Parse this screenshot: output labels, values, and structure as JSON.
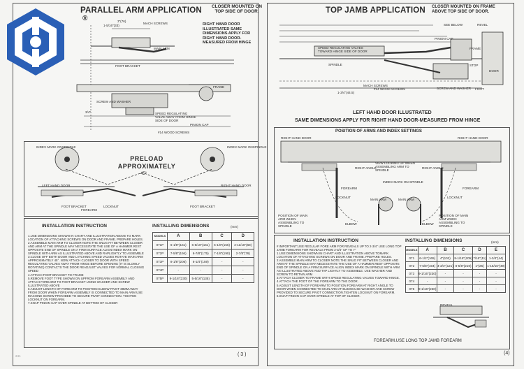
{
  "brand": {
    "reg": "®"
  },
  "left": {
    "title": "PARALLEL ARM APPLICATION",
    "closer_note": "CLOSER MOUNTED ON TOP SIDE OF DOOR.",
    "right_door_note": "RIGHT HAND DOOR ILLUSTRATED SAME DIMENSIONS APPLY FOR RIGHT HAND DOOR-MEASURED FROM HINGE",
    "preload": "PRELOAD APPROXIMATELY",
    "angle": "45°",
    "labels": {
      "dim_top": "3\"(76)",
      "dim_b": "1-5/16\"(33)",
      "mach": "MACH SCREWS",
      "main_arm": "MAIN ARM",
      "foot_bracket": "FOOT BRACKET",
      "frame": "FRAME",
      "screw_washer": "SCREW AND WASHER",
      "pinion_cap": "PINION CAP",
      "speed_valve": "SPEED REGULATING VALVE AWAY FROM HINGE SIDE OF DOOR",
      "wood_screws": "#14 WOOD SCREWS",
      "dim_side": "3/4\"",
      "index_mark_left": "INDEX MARK ONSPINDLE",
      "index_mark_right": "INDEX MARK ONSPINDLE",
      "left_hand_door": "LEFT HAND DOOR",
      "right_hand_door": "RIGHT HAND DOOR",
      "forearm": "FOREARM",
      "locknut": "LOCKNUT"
    },
    "install_title": "INSTALLATION INSTRUCTION",
    "install_steps": [
      "1.USE DIMENSIONS SHOWN IN CHART AND ILLUSTRATION ABOVE TO MARK LOCATION OF ATTACHING SCREWS ON DOOR AND FRAME. PREPARE HOLES.",
      "2.ASSEMBLE MAIN ARM TO CLOSER NOTE:THE SNUG FIT BETWEEN CLOSER AND ARM AT THE SPINDLE MAY NECESSITATE THE USE OF A HAMMER.REST OPPOSITE END OF SPINDLE ON A FIRM SURFACE.ALIGN INDEX MARK ON SPINDLE WITH ARM AS ILLUSTRATED ABOVE AND RAPLIGHTLY TO ASSEMBLE",
      "3.CLOSE OFF BOTH DOOR AND LATCHING SPEED VALVES ROTATE MAIN ARM APPROXIMATELY 45°. NOW ATTACH CLOSER TO DOOR WITH SPEED REGULATING VALVES AWAY FROM HINGE BEFORE OPENING (IT IS SLOWLY ROTATING) CONTACTS THE DOOR READJUST VALVES FOR NORMAL CLOSING SPEED",
      "4.ATTACH FOOT BRACKET TO FRAME",
      "5.REMOVE FOOT TYPE SHOWN ON UPFROM FOREARM ASSEMBLY AND ATTACH FOREARM TO FOOT BRACKET USING WASHER AND SCREW ILLUSTRATED ABOVE",
      "6.ADJUST LENGTH OF FOREARM TO POSITION ELBOW PIVOT 38MM AWAY FROM DOOR WHEN FOREARM ASSEMBLY IS CONNECTED TO MAIN ARM USE MACHINE SCREW PROVIDED TO SECURE PIVOT CONNECTION. TIGHTEN LOCKNUT ON FOREARM.",
      "7.SNAP PINION CAP OVER SPINDLE AT BOTTOM OF CLOSER"
    ],
    "dim_title": "INSTALLING DIMENSIONS",
    "dim_unit": "(mm)",
    "dim_header": [
      "MODELS",
      "A",
      "B",
      "C",
      "D"
    ],
    "dim_rows": [
      [
        "071P",
        "6-1/8\"(161)",
        "6-5/16\"(161)",
        "6-1/8\"(156)",
        "2-11/16\"(68)"
      ],
      [
        "072P",
        "7-5/8\"(194)",
        "6-7/8\"(175)",
        "7-1/8\"(190)",
        "2-7/8\"(76)"
      ],
      [
        "073P",
        "8-1/8\"(206)",
        "6-1/4\"(159)",
        "-",
        "-"
      ],
      [
        "074P",
        "-",
        "-",
        "-",
        "-"
      ],
      [
        "075P",
        "9-1/16\"(230)",
        "5-5/16\"(135)",
        "-",
        "-"
      ]
    ],
    "page_no": "( 3 )",
    "small_no": "241"
  },
  "right": {
    "title": "TOP JAMB APPLICATION",
    "closer_note": "CLOSER MOUNTED ON FRAME ABOVE TOP SIDE OF DOOR.",
    "illustrated": "LEFT HAHD DOOR ILLUSTRATED",
    "same_dims": "SAME DIMENSIONS APPLY FOR RIGHT HAND DOOR-MEASURED FROM HINGE",
    "position_title": "POSITION OF ARMS AND INDEX SETTINGS",
    "labels": {
      "see_below": "SEE BELOW",
      "reveal": "REVEL",
      "pinion_cap": "PINION CAP",
      "speed_valve": "SPEED REGULATING VALVES TOWARD HINGE SIDE OF DOOR",
      "spindle": "SPINDLE",
      "frame": "FRAME",
      "stop": "STOP",
      "door": "DOOR",
      "dim": "1-3/4\"(44.5)",
      "mach": "MACH SCREWS",
      "wood": "#14 WOOD SCREWS",
      "screw_washer": "SCREW AND WASHER",
      "foot": "FOOT",
      "right_hand_door_l": "RIGHT HAND DOOR",
      "right_hand_door_r": "RIGHT HAND DOOR",
      "view_up": "VIEW LOOKING UP WHEN ASSEMBLING ARM TO SPINDLE",
      "right_angle_l": "RIGHT ANGLE",
      "right_angle_r": "RIGHT ANGLE",
      "forearm": "FOREARM",
      "locknut": "LOCKNUT",
      "index_mark": "INDEX MARK ON SPINDLE",
      "main_arm_l": "MAIN ARM",
      "main_arm_r": "MAIN ARM",
      "position_l": "POSITION OF MAIN ARM WHEN ASSEMBLING TO SPINDLE",
      "position_r": "POSITION OF MAIN ARM WHEN ASSEMBLING TO SPINDLE",
      "elbow_l": "ELBOW",
      "elbow_r": "ELBOW"
    },
    "install_title": "INSTALLATION INSTRUCTION",
    "install_steps": [
      "# IMPORTANT:USE REGULAR FORE ARM FOR REVEALS UP TO 2-3/4\" USE LONG TOP JAMB FOREARM FOR REVEALS FROM 2-3/4\" UP TO 7\"",
      "1.USE DIMENSIONS SHOWN IN CHART AND ILLUSTRATION ABOVE TOMARK LOCATION OF ATTACHING SCREWS ON DOOR AND FRAME. PREPARE HOLES.",
      "2.ASSEMBLE MAIN ARM TO CLOSER NOTE.THE SNUG FIT BETWEEN CLOSER AND ARM AT THE SPINDLE MAY NECESSITATE THE USE OF A HAMMER.REST OPPOSITE END OF SPINDLE ON A FIRM SURFACE.ALIGN INDEX MARK ON SPINDLE WITH ARM AS ILLUSTRATED ABOVE AND TAP LIGHTLY TO ASSEMBLE. USE WASHER AND SCREW TO RETAIN ARM",
      "3.ATTACH CLOSER TO FRAME WITH SPEED REGULATING VALVES TOWARD HINGE.",
      "4.ATTACH THE FOOT OF THE FOREARM TO THE DOOR.",
      "5.ADJUST LENGTH OF FOREARM TO POSITION FOREARM AT RIGHT ANGLE TO DOOR WHEN CONNECTED TO MAIN ARM AT ELBOW.USE WASHER AND SCREW PROVIDED TO SECURE PIVOT CONNECTION.TIGHTEN LOCKNUT ON FOREARM.",
      "6.SNAP PINION CAP OVER SPINDLE AT TOP OF CLOSER."
    ],
    "dim_title": "INSTALLING DIMENSIONS",
    "dim_unit": "(mm)",
    "dim_header": [
      "MODELS",
      "A",
      "B",
      "C",
      "D",
      "E"
    ],
    "dim_rows": [
      [
        "071",
        "6-1/2\"(165)",
        "4\"(102)",
        "8-1/16\"(205)",
        "7/16\"(11)",
        "1-3/4\"(44)"
      ],
      [
        "072",
        "7-5/8\"(194)",
        "4-3/4\"(121)",
        "8-5/8\"(219)",
        "1\"(25)",
        "1-15/16\"(49)"
      ],
      [
        "073",
        "9-1/16\"(230)",
        "-",
        "-",
        "-",
        "-"
      ],
      [
        "074",
        "-",
        "-",
        "-",
        "-",
        "-"
      ],
      [
        "075",
        "9-1/16\"(230)",
        "-",
        "-",
        "-",
        "-"
      ]
    ],
    "reveal_small": "REVEAL",
    "forearm_note": "FOREARM.USE LONG TOP JAMB FOREARM",
    "page_no": "(4)"
  }
}
